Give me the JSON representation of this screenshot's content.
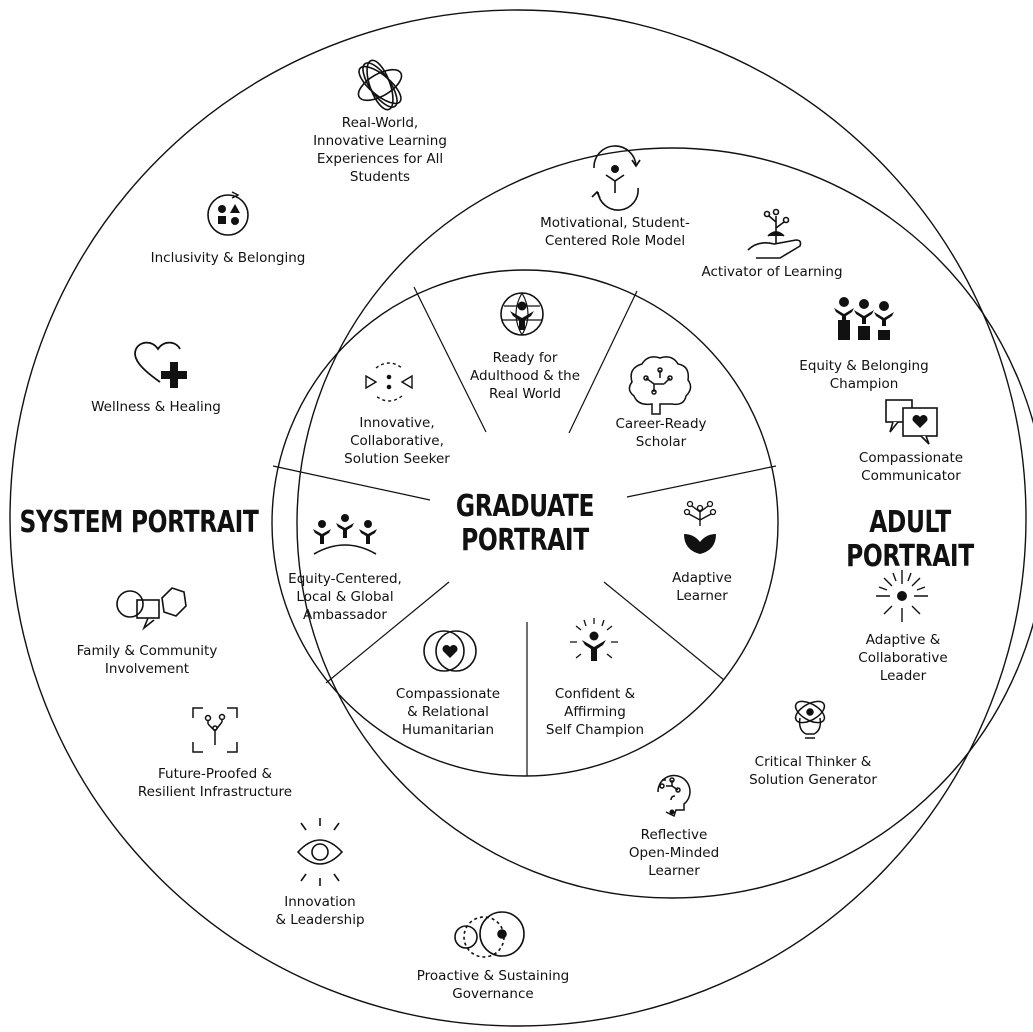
{
  "titles": {
    "system": "SYSTEM PORTRAIT",
    "adult": "ADULT PORTRAIT",
    "graduate": "GRADUATE\nPORTRAIT"
  },
  "system": {
    "real_world": "Real-World,\nInnovative Learning\nExperiences for All\nStudents",
    "inclusivity": "Inclusivity & Belonging",
    "wellness": "Wellness & Healing",
    "family": "Family & Community\nInvolvement",
    "future": "Future-Proofed &\nResilient Infrastructure",
    "innovation": "Innovation\n& Leadership",
    "governance": "Proactive & Sustaining\nGovernance"
  },
  "adult": {
    "motivational": "Motivational, Student-\nCentered Role Model",
    "activator": "Activator of Learning",
    "equity_champion": "Equity & Belonging Champion",
    "communicator": "Compassionate\nCommunicator",
    "leader": "Adaptive &\nCollaborative Leader",
    "critical": "Critical Thinker &\nSolution Generator",
    "reflective": "Reflective\nOpen-Minded\nLearner"
  },
  "graduate": {
    "ready": "Ready for\nAdulthood & the\nReal World",
    "career": "Career-Ready\nScholar",
    "adaptive": "Adaptive\nLearner",
    "confident": "Confident &\nAffirming\nSelf Champion",
    "compassionate": "Compassionate\n& Relational\nHumanitarian",
    "equity": "Equity-Centered,\nLocal & Global\nAmbassador",
    "innovative": "Innovative,\nCollaborative,\nSolution Seeker"
  },
  "icons": [
    "orbit-rings-icon",
    "shapes-cycle-icon",
    "heart-plus-icon",
    "speech-bubbles-icon",
    "circuit-frame-icon",
    "eye-icon",
    "overlapping-circles-icon",
    "person-cycle-icon",
    "hand-plant-icon",
    "podium-people-icon",
    "heart-chat-icon",
    "starburst-icon",
    "lightbulb-atom-icon",
    "head-question-icon",
    "globe-person-icon",
    "brain-circuit-icon",
    "flower-circuit-icon",
    "person-sparkle-icon",
    "heart-circles-icon",
    "people-arc-icon",
    "arrows-cycle-icon"
  ],
  "colors": {
    "ink": "#111111",
    "background": "#ffffff"
  }
}
